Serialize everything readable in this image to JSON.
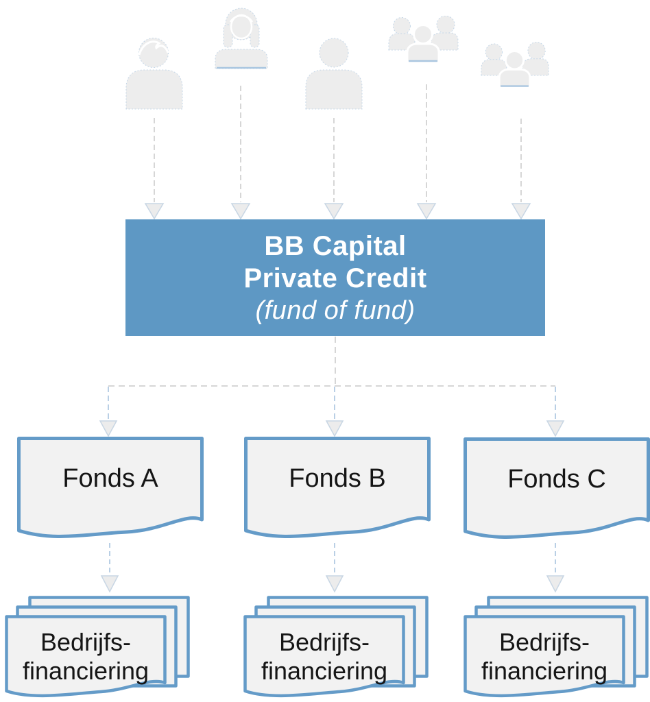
{
  "fund_box": {
    "line1": "BB Capital",
    "line2": "Private Credit",
    "line3": "(fund of fund)"
  },
  "investors": [
    {
      "icon": "male-investor-icon"
    },
    {
      "icon": "female-investor-icon"
    },
    {
      "icon": "single-investor-icon"
    },
    {
      "icon": "investor-group-icon"
    },
    {
      "icon": "investor-group-icon"
    }
  ],
  "funds": [
    {
      "label": "Fonds A"
    },
    {
      "label": "Fonds B"
    },
    {
      "label": "Fonds C"
    }
  ],
  "investments": [
    {
      "line1": "Bedrijfs-",
      "line2": "financiering"
    },
    {
      "line1": "Bedrijfs-",
      "line2": "financiering"
    },
    {
      "line1": "Bedrijfs-",
      "line2": "financiering"
    }
  ],
  "colors": {
    "fund_box_blue": "#5e98c4",
    "shape_border_blue": "#649bc8",
    "shape_fill_gray": "#f2f2f2",
    "icon_gray": "#ededed",
    "dash_gray": "#d6d6d6",
    "dash_blue": "#b9cfe5"
  }
}
